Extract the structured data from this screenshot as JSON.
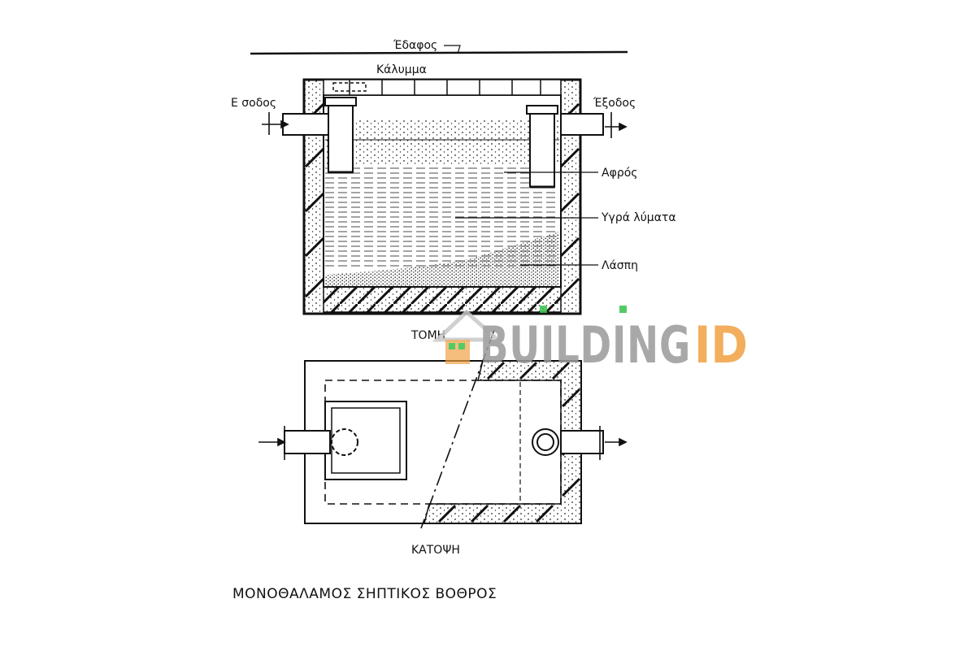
{
  "labels": {
    "ground": "Έδαφος",
    "cover": "Κάλυμμα",
    "inlet": "Ε σοδος",
    "outlet": "Έξοδος",
    "scum": "Αφρός",
    "liquid": "Υγρά λύματα",
    "sludge": "Λάσπη",
    "section": "ΤΟΜΗ",
    "plan": "ΚΑΤΟΨΗ",
    "title": "ΜΟΝΟΘΑΛΑΜΟΣ ΣΗΠΤΙΚΟΣ ΒΟΘΡΟΣ"
  },
  "watermark": {
    "part1": "BUILDING",
    "part2": "ID",
    "color_gray": "#9a9a9a",
    "color_orange": "#f0a040",
    "color_green": "#35c24a"
  }
}
